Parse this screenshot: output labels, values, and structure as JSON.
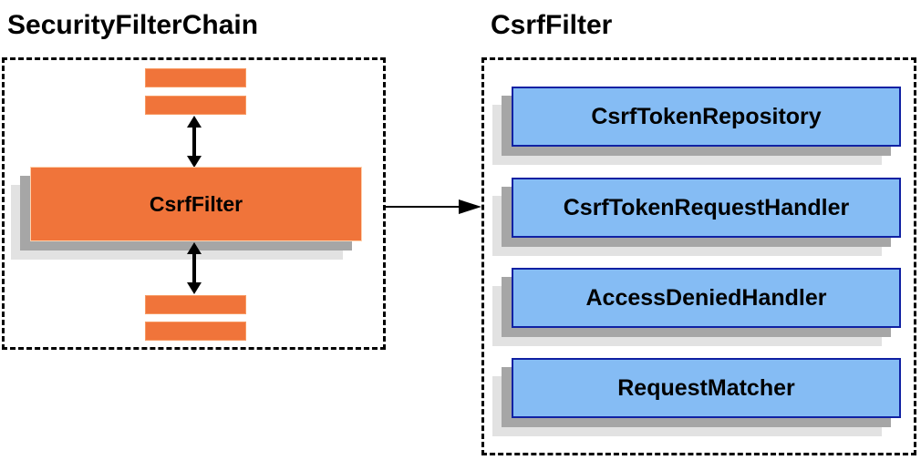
{
  "left_panel": {
    "title": "SecurityFilterChain",
    "filter_label": "CsrfFilter"
  },
  "right_panel": {
    "title": "CsrfFilter",
    "components": [
      {
        "label": "CsrfTokenRepository"
      },
      {
        "label": "CsrfTokenRequestHandler"
      },
      {
        "label": "AccessDeniedHandler"
      },
      {
        "label": "RequestMatcher"
      }
    ]
  },
  "colors": {
    "accent_orange": "#F0743A",
    "component_blue": "#85BCF4",
    "component_border": "#1021A3",
    "shadow_dark": "#A6A6A6",
    "shadow_light": "#E2E2E2",
    "arrow_black": "#000000"
  }
}
